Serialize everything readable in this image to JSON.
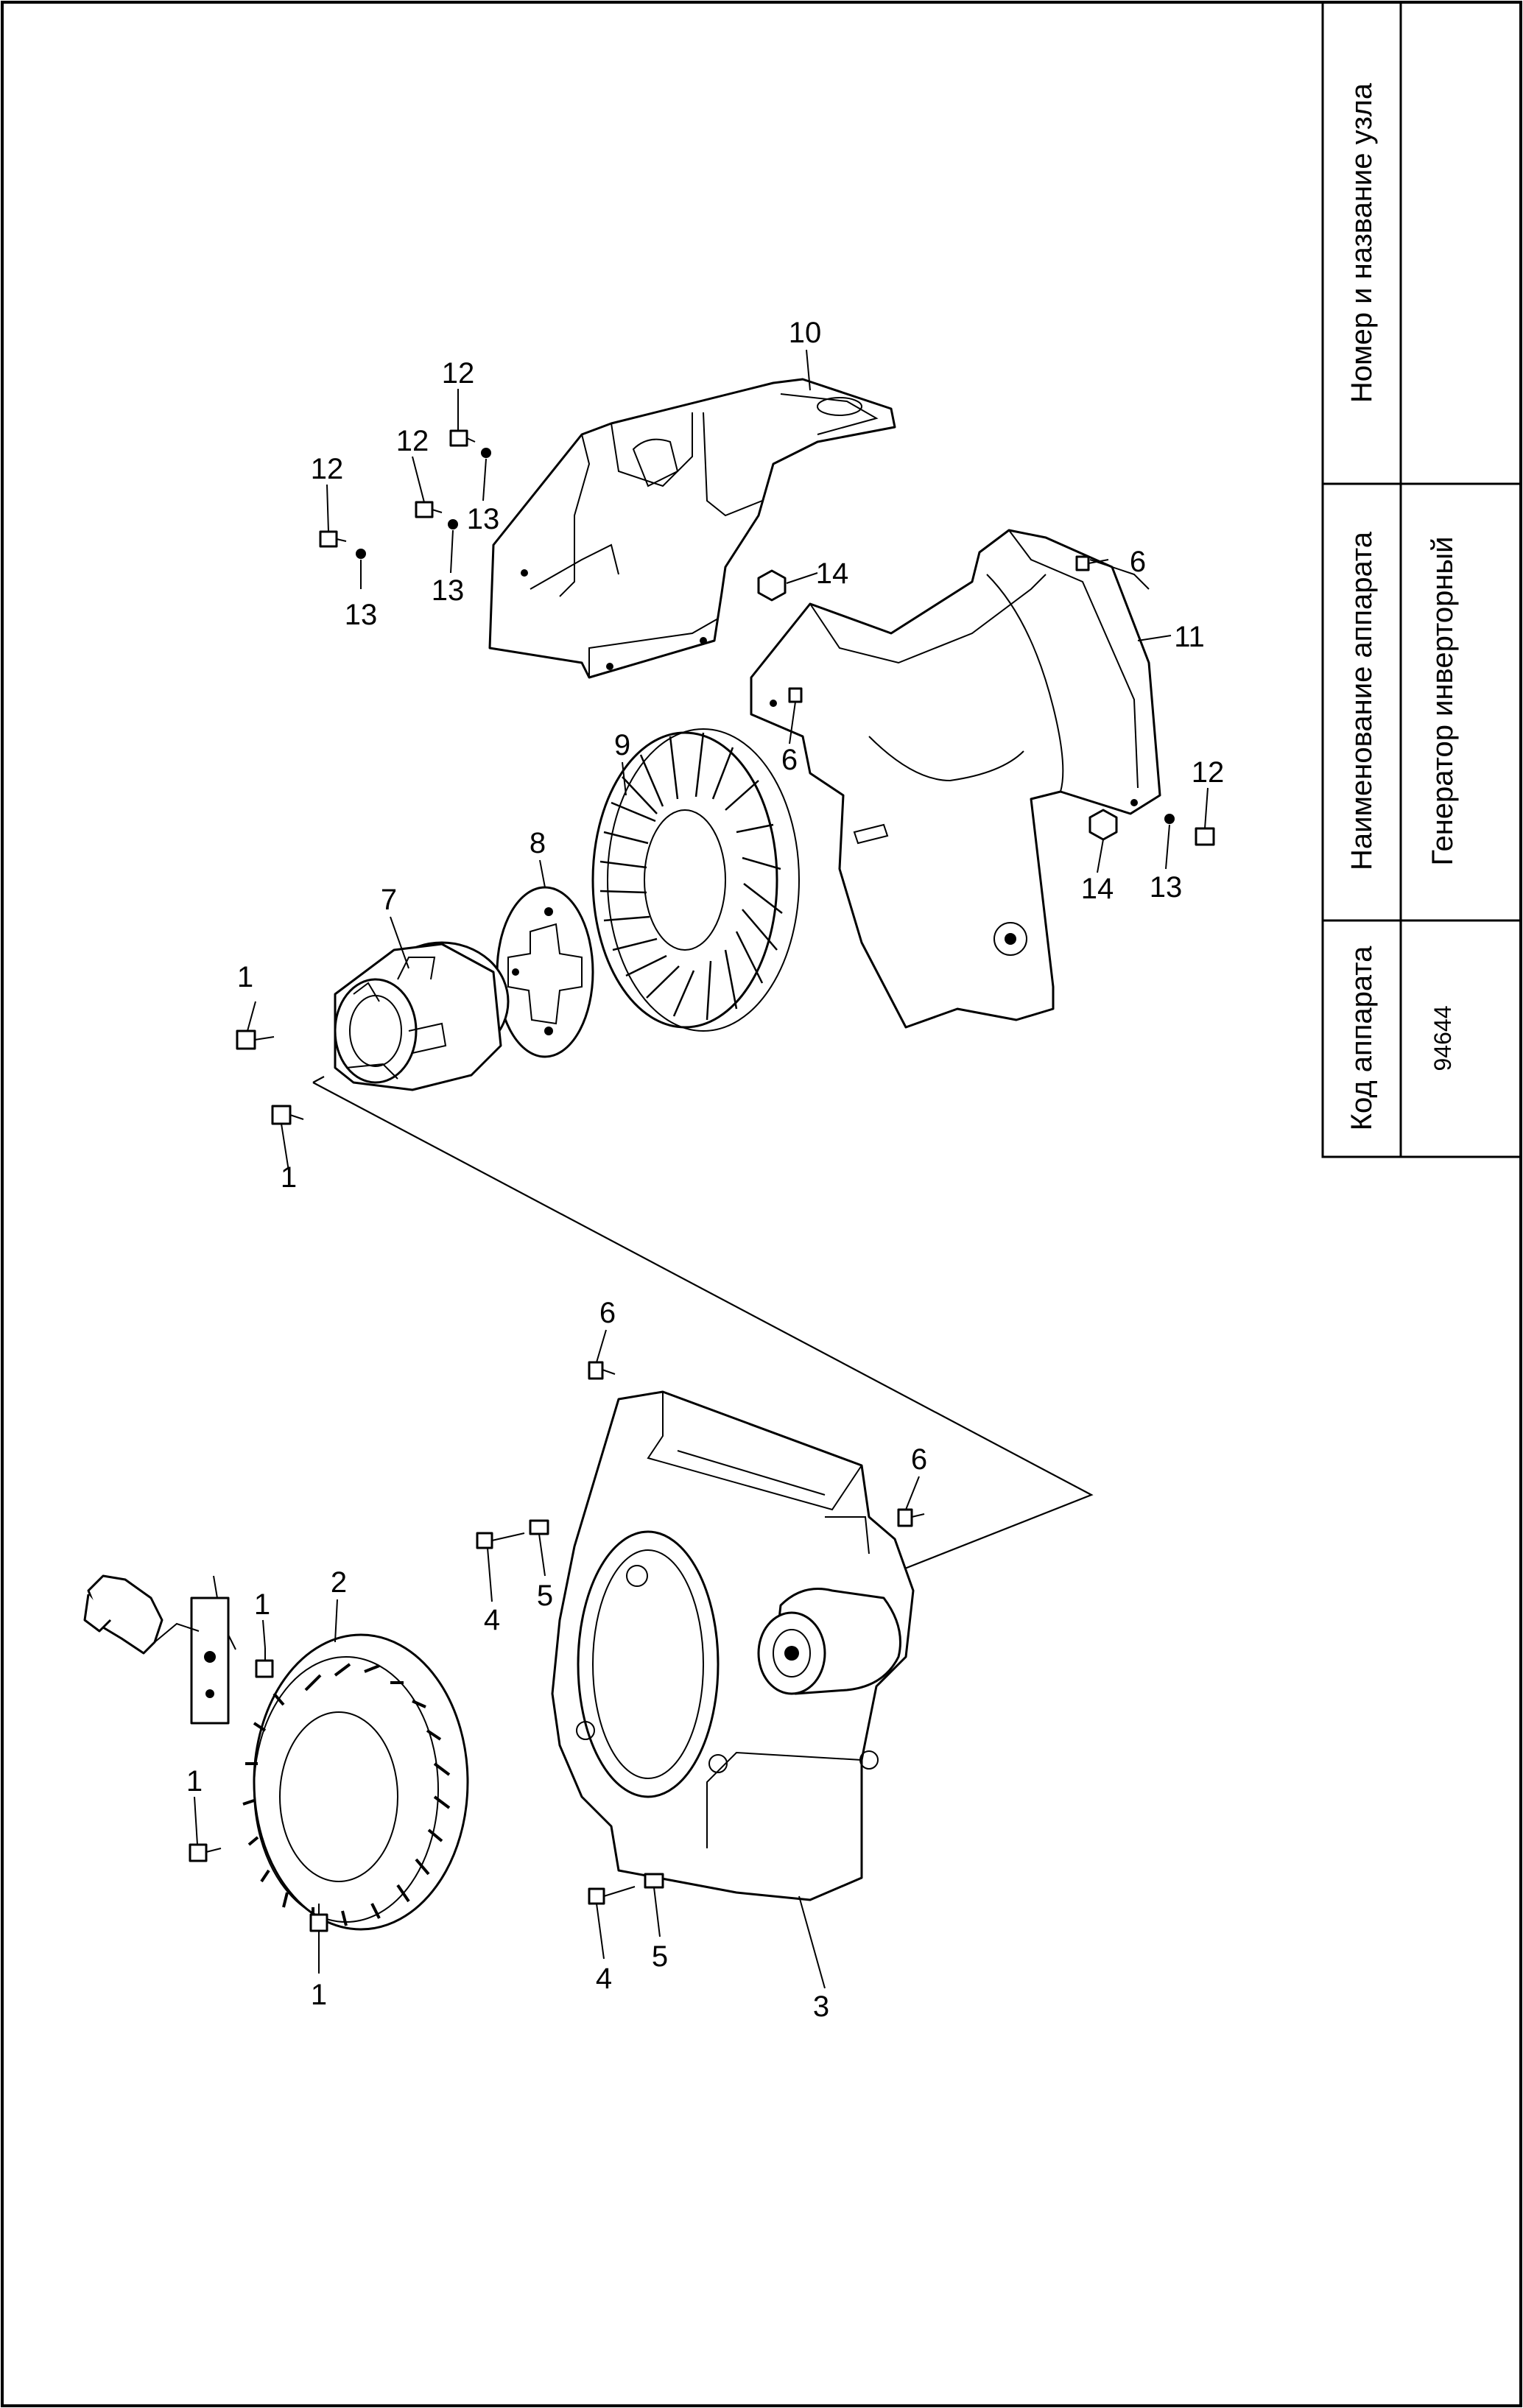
{
  "title_block": {
    "col_name_header": "Номер и название узла",
    "col_name_value": "",
    "col_device_header": "Наименование аппарата",
    "col_device_value": "Генератор инверторный",
    "col_code_header": "Код аппарата",
    "col_code_value": "94644"
  },
  "callouts": {
    "c1a": "1",
    "c1b": "1",
    "c1c": "1",
    "c1d": "1",
    "c1e": "1",
    "c2": "2",
    "c3": "3",
    "c4a": "4",
    "c4b": "4",
    "c5a": "5",
    "c5b": "5",
    "c6a": "6",
    "c6b": "6",
    "c6c": "6",
    "c6d": "6",
    "c7": "7",
    "c8": "8",
    "c9": "9",
    "c10": "10",
    "c11": "11",
    "c12a": "12",
    "c12b": "12",
    "c12c": "12",
    "c12d": "12",
    "c13a": "13",
    "c13b": "13",
    "c13c": "13",
    "c13d": "13",
    "c14a": "14",
    "c14b": "14"
  }
}
